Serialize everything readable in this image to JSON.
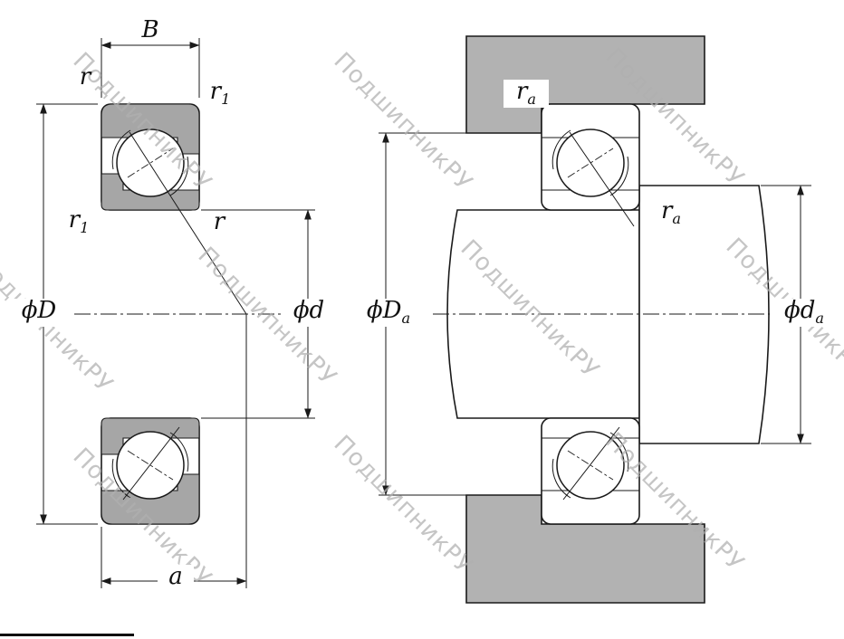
{
  "watermark": {
    "text": "ПодшипникРУ"
  },
  "colors": {
    "ring_fill": "#a6a6a6",
    "housing_fill": "#b2b2b2",
    "line_color": "#1a1a1a",
    "watermark_color": "#b0b0b0",
    "background": "#ffffff"
  },
  "left_view": {
    "labels": {
      "width": {
        "base": "B",
        "sub": ""
      },
      "r_top_left": {
        "base": "r",
        "sub": ""
      },
      "r1_top_right": {
        "base": "r",
        "sub": "1"
      },
      "r1_mid_left": {
        "base": "r",
        "sub": "1"
      },
      "r_mid_right": {
        "base": "r",
        "sub": ""
      },
      "outer_diameter": {
        "base": "ϕD",
        "sub": ""
      },
      "bore_diameter": {
        "base": "ϕd",
        "sub": ""
      },
      "contact_offset": {
        "base": "a",
        "sub": ""
      }
    }
  },
  "right_view": {
    "labels": {
      "ra_housing": {
        "base": "r",
        "sub": "a"
      },
      "ra_shaft": {
        "base": "r",
        "sub": "a"
      },
      "housing_shoulder_diameter": {
        "base": "ϕD",
        "sub": "a"
      },
      "shaft_shoulder_diameter": {
        "base": "ϕd",
        "sub": "a"
      }
    }
  }
}
